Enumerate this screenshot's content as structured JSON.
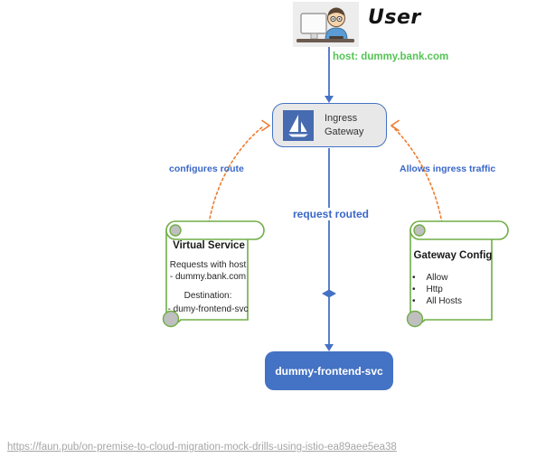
{
  "colors": {
    "accent_blue": "#4472C4",
    "label_blue": "#3A67C8",
    "istio_blue": "#466BB0",
    "orange": "#ED7D31",
    "scroll_green": "#70AD47",
    "host_green": "#55C455",
    "gateway_fill": "#E9E8E8",
    "url_gray": "#A6A6A6"
  },
  "user": {
    "label": "User",
    "icon": "person-at-computer-icon"
  },
  "edges": {
    "host_label": "host: dummy.bank.com",
    "configures_route_label": "configures route",
    "allows_ingress_label": "Allows ingress traffic",
    "request_routed_label": "request routed"
  },
  "gateway": {
    "title": "Ingress Gateway",
    "icon": "istio-sailboat-icon"
  },
  "virtual_service": {
    "title": "Virtual Service",
    "lines": [
      "Requests with host",
      "- dummy.bank.com",
      "Destination:",
      "- dumy-frontend-svc"
    ]
  },
  "gateway_config": {
    "title": "Gateway Config",
    "items": [
      "Allow",
      "Http",
      "All Hosts"
    ]
  },
  "frontend": {
    "label": "dummy-frontend-svc"
  },
  "footer": {
    "url": "https://faun.pub/on-premise-to-cloud-migration-mock-drills-using-istio-ea89aee5ea38"
  }
}
